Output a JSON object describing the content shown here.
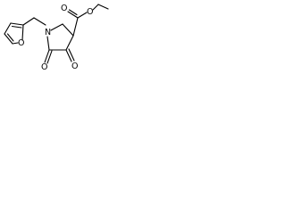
{
  "structure": {
    "atoms": {
      "o_furan": "O",
      "n_ring": "N",
      "o_ester_carbonyl": "O",
      "o_ester_ether": "O",
      "o_ketone_4": "O",
      "o_ketone_5": "O"
    },
    "colors": {
      "bond": "#000000",
      "text": "#000000",
      "background": "#ffffff"
    }
  }
}
